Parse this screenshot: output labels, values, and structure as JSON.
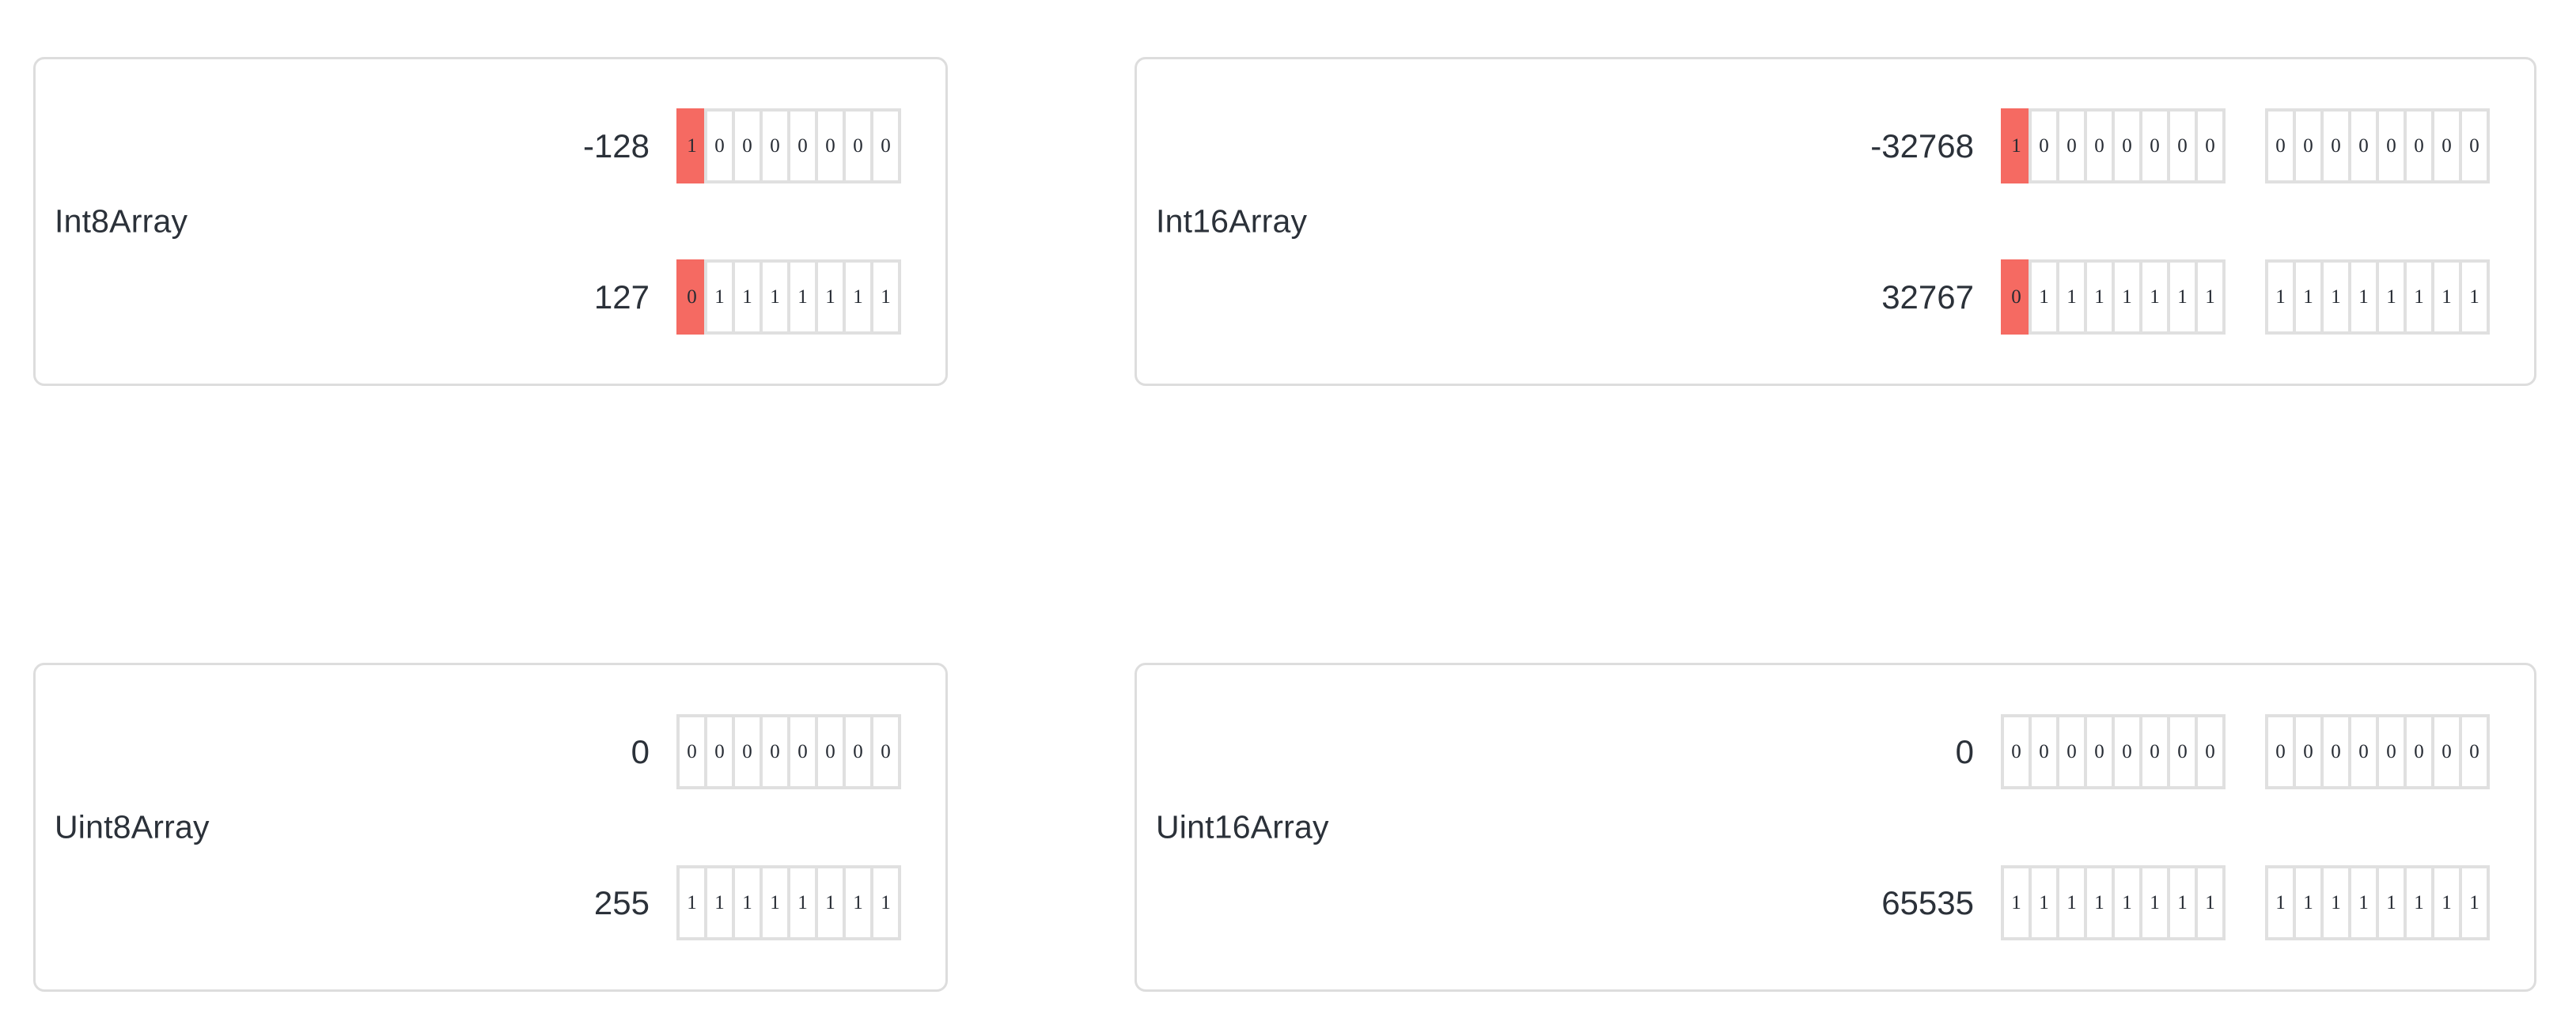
{
  "theme": {
    "panel_border": "#dddddd",
    "cell_border": "#e0e0e0",
    "highlight": "#f56a62",
    "text": "#2b3139",
    "background": "#ffffff"
  },
  "panels": [
    {
      "id": "int8array",
      "label": "Int8Array",
      "bits": 8,
      "signed": true,
      "rows": [
        {
          "value": "-128",
          "bytes": [
            [
              "1",
              "0",
              "0",
              "0",
              "0",
              "0",
              "0",
              "0"
            ]
          ],
          "highlight_msb": true
        },
        {
          "value": "127",
          "bytes": [
            [
              "0",
              "1",
              "1",
              "1",
              "1",
              "1",
              "1",
              "1"
            ]
          ],
          "highlight_msb": true
        }
      ]
    },
    {
      "id": "int16array",
      "label": "Int16Array",
      "bits": 16,
      "signed": true,
      "rows": [
        {
          "value": "-32768",
          "bytes": [
            [
              "1",
              "0",
              "0",
              "0",
              "0",
              "0",
              "0",
              "0"
            ],
            [
              "0",
              "0",
              "0",
              "0",
              "0",
              "0",
              "0",
              "0"
            ]
          ],
          "highlight_msb": true
        },
        {
          "value": "32767",
          "bytes": [
            [
              "0",
              "1",
              "1",
              "1",
              "1",
              "1",
              "1",
              "1"
            ],
            [
              "1",
              "1",
              "1",
              "1",
              "1",
              "1",
              "1",
              "1"
            ]
          ],
          "highlight_msb": true
        }
      ]
    },
    {
      "id": "uint8array",
      "label": "Uint8Array",
      "bits": 8,
      "signed": false,
      "rows": [
        {
          "value": "0",
          "bytes": [
            [
              "0",
              "0",
              "0",
              "0",
              "0",
              "0",
              "0",
              "0"
            ]
          ],
          "highlight_msb": false
        },
        {
          "value": "255",
          "bytes": [
            [
              "1",
              "1",
              "1",
              "1",
              "1",
              "1",
              "1",
              "1"
            ]
          ],
          "highlight_msb": false
        }
      ]
    },
    {
      "id": "uint16array",
      "label": "Uint16Array",
      "bits": 16,
      "signed": false,
      "rows": [
        {
          "value": "0",
          "bytes": [
            [
              "0",
              "0",
              "0",
              "0",
              "0",
              "0",
              "0",
              "0"
            ],
            [
              "0",
              "0",
              "0",
              "0",
              "0",
              "0",
              "0",
              "0"
            ]
          ],
          "highlight_msb": false
        },
        {
          "value": "65535",
          "bytes": [
            [
              "1",
              "1",
              "1",
              "1",
              "1",
              "1",
              "1",
              "1"
            ],
            [
              "1",
              "1",
              "1",
              "1",
              "1",
              "1",
              "1",
              "1"
            ]
          ],
          "highlight_msb": false
        }
      ]
    }
  ]
}
